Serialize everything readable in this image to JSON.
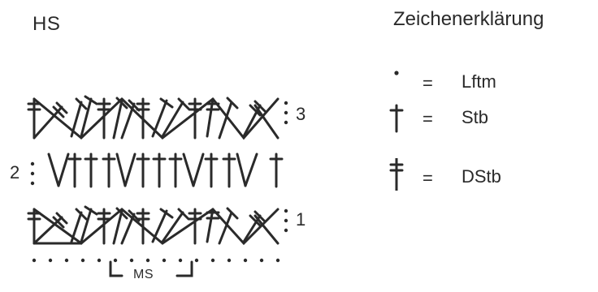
{
  "diagram": {
    "title": "HS",
    "legend_title": "Zeichenerklärung",
    "row_numbers": {
      "row1": "1",
      "row2": "2",
      "row3": "3"
    },
    "repeat_label": "MS"
  },
  "legend": {
    "items": [
      {
        "symbol": "chain-stitch-dot-icon",
        "equals": "=",
        "label": "Lftm"
      },
      {
        "symbol": "double-crochet-icon",
        "equals": "=",
        "label": "Stb"
      },
      {
        "symbol": "treble-crochet-icon",
        "equals": "=",
        "label": "DStb"
      }
    ]
  }
}
